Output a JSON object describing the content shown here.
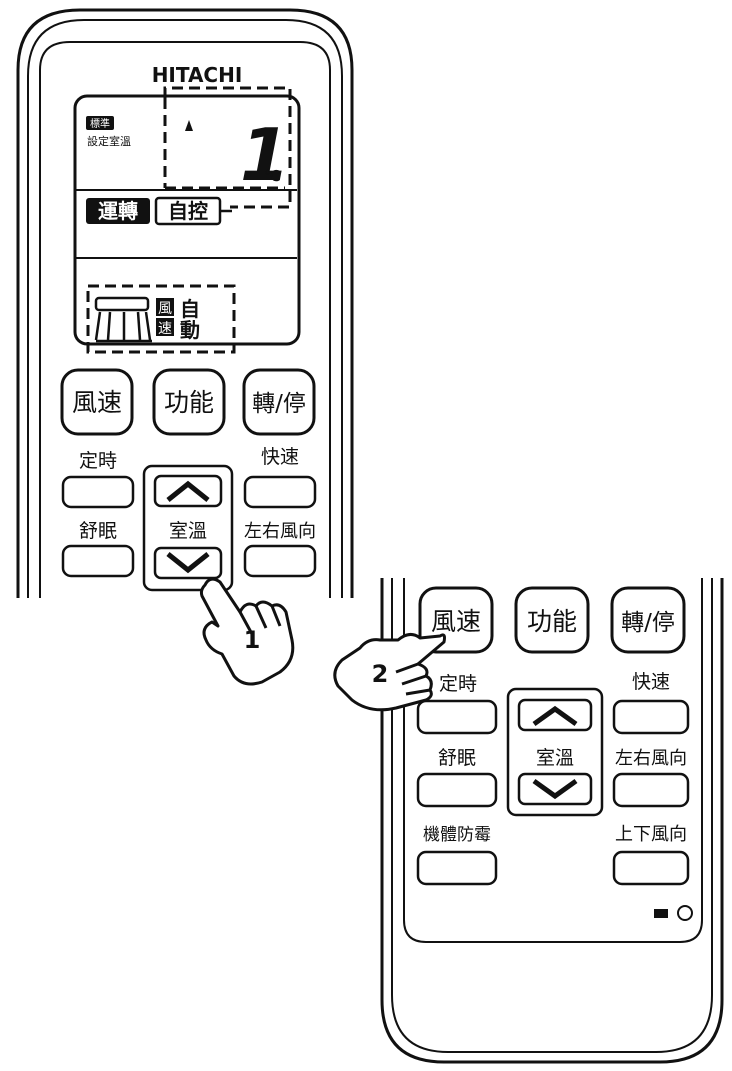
{
  "remote1": {
    "brand": "HITACHI",
    "display": {
      "mode_small_1": "標準",
      "mode_small_2": "設定室溫",
      "temp_digit": "1",
      "temp_unit": "℃",
      "op_label": "運轉",
      "auto_control_label": "自控",
      "fan_label_1": "風",
      "fan_label_2": "速",
      "fan_mode_1": "自",
      "fan_mode_2": "動"
    },
    "buttons": {
      "fan_speed": "風速",
      "function": "功能",
      "start_stop": "轉/停",
      "timer": "定時",
      "quick": "快速",
      "sleep": "舒眠",
      "room_temp": "室溫",
      "lr_direction": "左右風向"
    }
  },
  "remote2": {
    "buttons": {
      "fan_speed": "風速",
      "function": "功能",
      "start_stop": "轉/停",
      "timer": "定時",
      "quick": "快速",
      "sleep": "舒眠",
      "room_temp": "室溫",
      "lr_direction": "左右風向",
      "mold_prevention": "機體防霉",
      "ud_direction": "上下風向"
    }
  },
  "steps": {
    "step1": "1",
    "step2": "2"
  },
  "icons": {
    "hand": "pointing-hand-icon",
    "up": "chevron-up-icon",
    "down": "chevron-down-icon",
    "fan": "fan-icon"
  },
  "colors": {
    "ink": "#111111",
    "background": "#ffffff"
  }
}
